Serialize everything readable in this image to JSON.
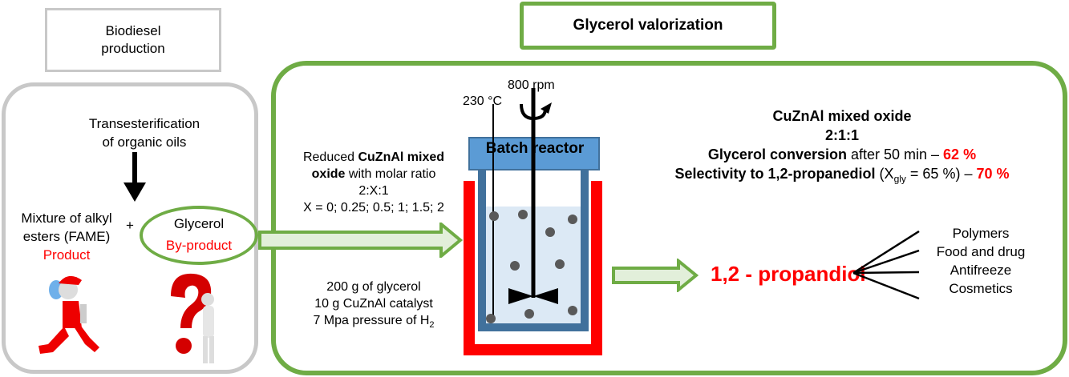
{
  "biodiesel": {
    "title_line1": "Biodiesel",
    "title_line2": "production",
    "step_line1": "Transesterification",
    "step_line2": "of organic oils",
    "product_line1": "Mixture of alkyl",
    "product_line2": "esters (FAME)",
    "product_tag": "Product",
    "plus": "+",
    "glycerol": "Glycerol",
    "glycerol_tag": "By-product"
  },
  "valorization": {
    "title": "Glycerol valorization",
    "catalyst_prefix": "Reduced ",
    "catalyst_bold1": "CuZnAl mixed",
    "catalyst_bold2": "oxide",
    "catalyst_suffix": " with molar ratio",
    "ratio": "2:X:1",
    "x_values": "X = 0; 0.25; 0.5; 1; 1.5; 2",
    "cond_glycerol": "200 g of glycerol",
    "cond_catalyst": "10 g CuZnAl catalyst",
    "cond_pressure_prefix": "7 Mpa pressure of H",
    "cond_pressure_sub": "2",
    "temperature": "230 °C",
    "stirring": "800 rpm",
    "reactor_label": "Batch reactor"
  },
  "results": {
    "catalyst_name": "CuZnAl mixed oxide",
    "catalyst_ratio": "2:1:1",
    "conversion_bold": "Glycerol conversion",
    "conversion_text": " after 50 min – ",
    "conversion_value": "62 %",
    "selectivity_bold": "Selectivity to 1,2-propanediol",
    "selectivity_open": " (X",
    "selectivity_sub": "gly",
    "selectivity_close": " = 65 %) – ",
    "selectivity_value": "70 %"
  },
  "product": {
    "name": "1,2 - propandiol",
    "uses": [
      "Polymers",
      "Food and drug",
      "Antifreeze",
      "Cosmetics"
    ]
  },
  "colors": {
    "green": "#6fac45",
    "red": "#ff0000",
    "gray": "#c8c8c8",
    "reactor_blue": "#5b9bd5",
    "reactor_dark": "#41719c"
  }
}
